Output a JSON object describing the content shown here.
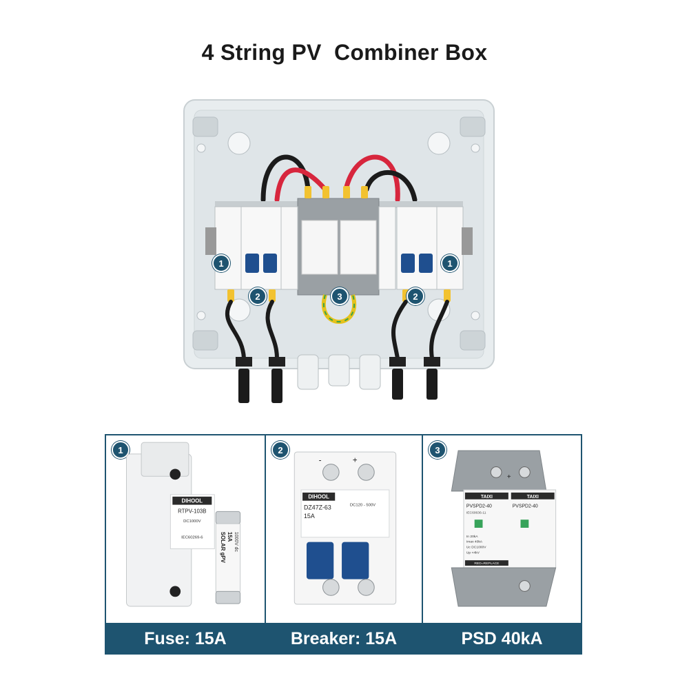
{
  "title": "4 String PV  Combiner Box",
  "callouts": [
    "1",
    "2",
    "3"
  ],
  "panels": [
    {
      "badge": "1",
      "caption": "Fuse: 15A",
      "brand": "DIHOOL",
      "model": "RTPV-103B",
      "rating": "DC1000V",
      "standard": "IEC60269-6",
      "fuse_lines": [
        "SOLAR gPV",
        "15A",
        "1000V dc"
      ]
    },
    {
      "badge": "2",
      "caption": "Breaker: 15A",
      "brand": "DIHOOL",
      "model": "DZ47Z-63",
      "current": "15A",
      "voltage_range": "DC120 - 500V",
      "minus": "-",
      "plus": "+"
    },
    {
      "badge": "3",
      "caption": "PSD 40kA",
      "brand": "TAIXI",
      "model": "PVSPD2-40",
      "standard": "IEC60636-11",
      "ratings": [
        "In 20kA",
        "Imax 40kA",
        "Uc DC1000V",
        "Up <4kV"
      ],
      "note": "RED=REPLACE",
      "plus": "+"
    }
  ],
  "colors": {
    "navy": "#1e5470",
    "breaker_blue": "#1f4f8f",
    "enclosure": "#e7ecee",
    "wire_red": "#d7263d",
    "wire_black": "#1b1b1b",
    "ferrule_yellow": "#f2c230",
    "spd_grey": "#9aa0a4"
  }
}
